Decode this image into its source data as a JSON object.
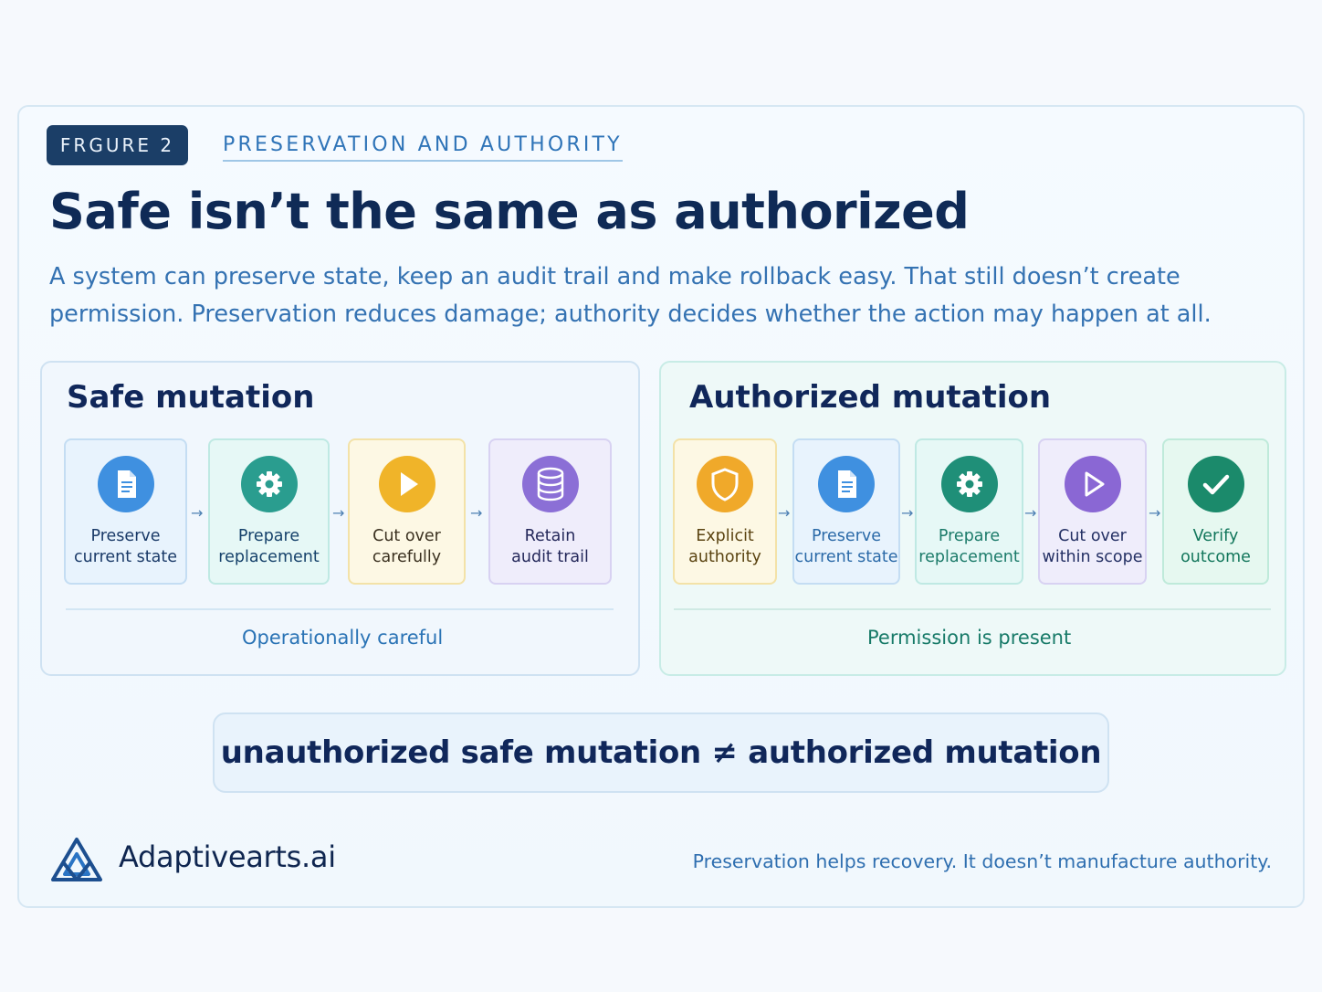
{
  "figure_label": "FRGURE 2",
  "kicker": "PRESERVATION AND AUTHORITY",
  "title": "Safe isn’t the same as authorized",
  "subtitle": "A system can preserve state, keep an audit trail and make rollback easy. That still doesn’t create permission. Preservation reduces damage; authority decides whether the action may happen at all.",
  "safe_panel": {
    "title": "Safe mutation",
    "caption": "Operationally careful",
    "steps": [
      {
        "label": "Preserve\ncurrent state",
        "icon": "document-icon",
        "color": "#3f90e0"
      },
      {
        "label": "Prepare\nreplacement",
        "icon": "gear-icon",
        "color": "#2a9d8f"
      },
      {
        "label": "Cut over\ncarefully",
        "icon": "play-icon",
        "color": "#f0b429"
      },
      {
        "label": "Retain\naudit trail",
        "icon": "database-icon",
        "color": "#8b6fd6"
      }
    ]
  },
  "auth_panel": {
    "title": "Authorized mutation",
    "caption": "Permission is present",
    "steps": [
      {
        "label": "Explicit\nauthority",
        "icon": "shield-icon",
        "color": "#f0a92a"
      },
      {
        "label": "Preserve\ncurrent state",
        "icon": "document-icon",
        "color": "#3f90e0"
      },
      {
        "label": "Prepare\nreplacement",
        "icon": "gear-icon",
        "color": "#1f8f78"
      },
      {
        "label": "Cut over\nwithin scope",
        "icon": "play-outline-icon",
        "color": "#8a67d4"
      },
      {
        "label": "Verify\noutcome",
        "icon": "check-icon",
        "color": "#1b8a6b"
      }
    ]
  },
  "formula": "unauthorized safe mutation ≠ authorized mutation",
  "brand": "Adaptivearts.ai",
  "footer_note": "Preservation helps recovery. It doesn’t  manufacture authority."
}
